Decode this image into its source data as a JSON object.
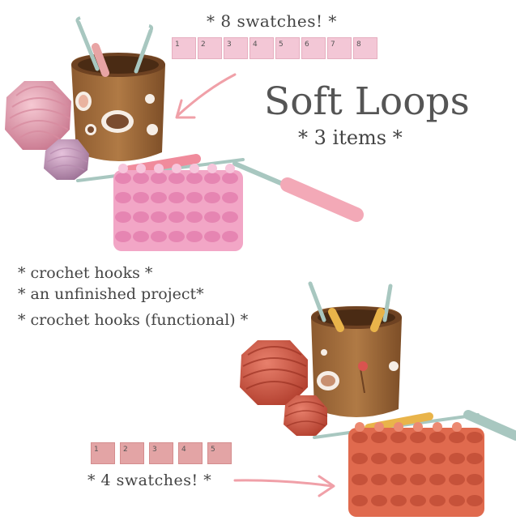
{
  "top_caption": "* 8 swatches! *",
  "title": "Soft Loops",
  "subtitle": "* 3 items *",
  "item_list": [
    "* crochet hooks *",
    "* an unfinished project*",
    "* crochet hooks (functional) *"
  ],
  "bottom_caption": "* 4 swatches! *",
  "pink_swatches": [
    "1",
    "2",
    "3",
    "4",
    "5",
    "6",
    "7",
    "8"
  ],
  "coral_swatches": [
    "1",
    "2",
    "3",
    "4",
    "5"
  ],
  "colors": {
    "pink_swatch": "#f3c7d6",
    "coral_swatch": "#e3a4a5",
    "arrow": "#f0a0a8",
    "text": "#444444"
  },
  "images": [
    "pink-crochet-set",
    "coral-crochet-set"
  ]
}
